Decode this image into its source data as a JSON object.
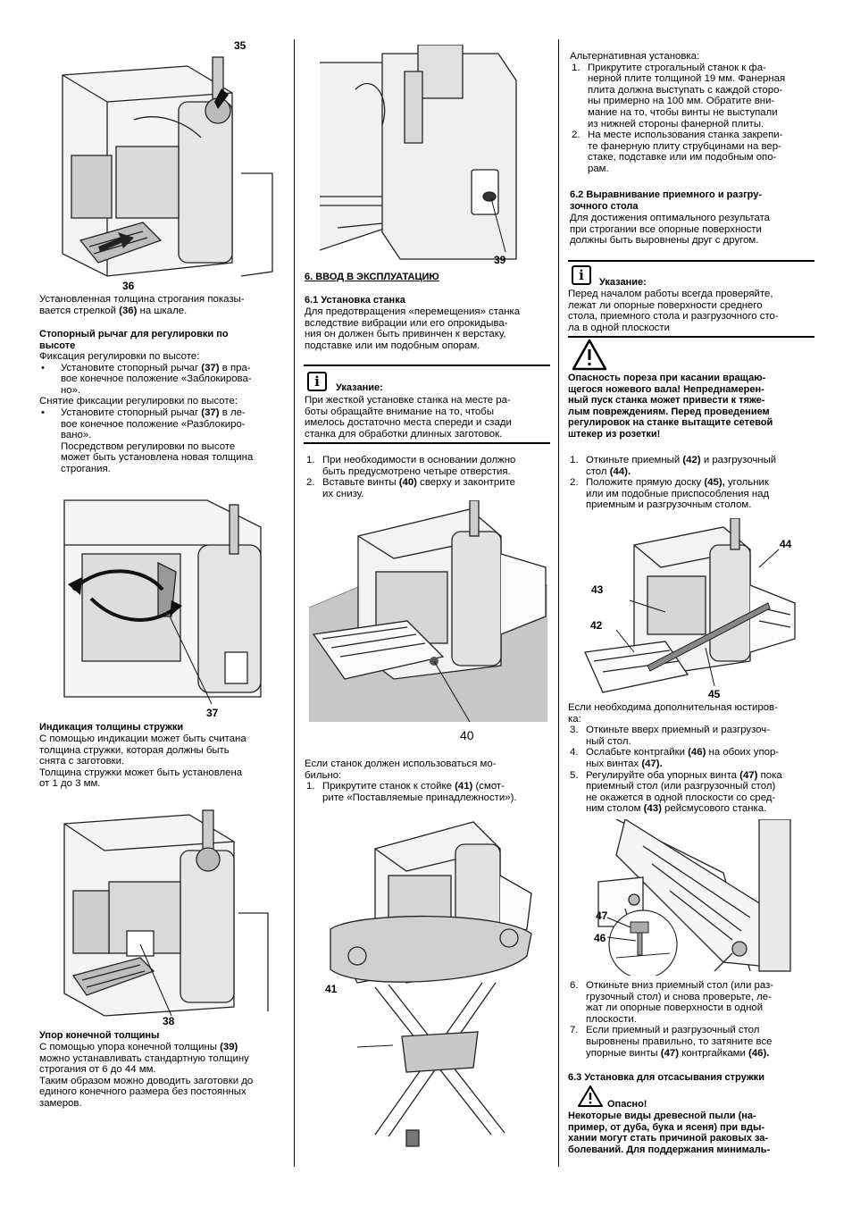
{
  "col1": {
    "fig35_label": "35",
    "fig36_label": "36",
    "text_scale_1": "Установленная толщина строгания показы-",
    "text_scale_2a": "вается стрелкой ",
    "text_scale_2b": "(36)",
    "text_scale_2c": " на шкале.",
    "lever_head_1": "Стопорный рычаг для регулировки по",
    "lever_head_2": "высоте",
    "fix_intro": "Фиксация регулировки по высоте:",
    "fix_bullet_1a": "Установите стопорный рычаг ",
    "fix_bullet_1b": "(37)",
    "fix_bullet_1c": " в пра-",
    "fix_bullet_2": "вое конечное положение «Заблокирова-",
    "fix_bullet_3": "но».",
    "unfix_intro": "Снятие фиксации регулировки по высоте:",
    "unfix_bullet_1a": "Установите стопорный рычаг ",
    "unfix_bullet_1b": "(37)",
    "unfix_bullet_1c": " в ле-",
    "unfix_bullet_2": "вое конечное положение «Разблокиро-",
    "unfix_bullet_3": "вано».",
    "unfix_bullet_4": "Посредством регулировки по высоте",
    "unfix_bullet_5": "может быть установлена новая толщина",
    "unfix_bullet_6": "строгания.",
    "fig37_label": "37",
    "chip_head": "Индикация толщины стружки",
    "chip_1": "С помощью индикации может быть считана",
    "chip_2": "толщина стружки, которая должны быть",
    "chip_3": "снята с заготовки.",
    "chip_4": "Толщина стружки может быть установлена",
    "chip_5": "от 1 до 3 мм.",
    "fig38_label": "38",
    "stop_head": "Упор конечной толщины",
    "stop_1a": "С помощью упора конечной толщины ",
    "stop_1b": "(39)",
    "stop_2": "можно устанавливать стандартную толщину",
    "stop_3": "строгания от 6 до 44 мм.",
    "stop_4": "Таким образом можно доводить заготовки до",
    "stop_5": "единого конечного размера без постоянных",
    "stop_6": "замеров."
  },
  "col2": {
    "fig39_label": "39",
    "section6": "6.  ВВОД В ЭКСПЛУАТАЦИЮ",
    "s61_head": "6.1  Установка станка",
    "s61_1": "Для предотвращения «перемещения» станка",
    "s61_2": "вследствие вибрации или его опрокидыва-",
    "s61_3": "ния он должен быть привинчен к верстаку,",
    "s61_4": "подставке или им подобным опорам.",
    "note_title": "Указание:",
    "note_1": "При жесткой установке станка на месте ра-",
    "note_2": "боты обращайте внимание на то, чтобы",
    "note_3": "имелось достаточно места спереди и сзади",
    "note_4": "станка для обработки длинных заготовок.",
    "step1_n": "1.",
    "step1_1": "При необходимости в основании должно",
    "step1_2": "быть предусмотрено четыре отверстия.",
    "step2_n": "2.",
    "step2_1a": "Вставьте винты ",
    "step2_1b": "(40)",
    "step2_1c": " сверху и законтрите",
    "step2_2": "их снизу.",
    "fig40_label": "40",
    "mobile_1": "Если станок должен использоваться мо-",
    "mobile_2": "бильно:",
    "mob1_n": "1.",
    "mob1_1a": "Прикрутите станок к стойке ",
    "mob1_1b": "(41)",
    "mob1_1c": " (смот-",
    "mob1_2": "рите «Поставляемые принадлежности»).",
    "fig41_label": "41"
  },
  "col3": {
    "alt_head": "Альтернативная установка:",
    "alt1_n": "1.",
    "alt1_1": "Прикрутите строгальный станок к  фа-",
    "alt1_2": "нерной плите толщиной 19 мм. Фанерная",
    "alt1_3": "плита должна выступать с каждой сторо-",
    "alt1_4": "ны примерно на 100 мм. Обратите вни-",
    "alt1_5": "мание на то, чтобы  винты не выступали",
    "alt1_6": "из нижней стороны фанерной плиты.",
    "alt2_n": "2.",
    "alt2_1": "На месте использования станка закрепи-",
    "alt2_2": "те фанерную плиту струбцинами на вер-",
    "alt2_3": "стаке, подставке или им подобным опо-",
    "alt2_4": "рам.",
    "s62_head_1": "6.2  Выравнивание приемного и разгру-",
    "s62_head_2": "зочного стола",
    "s62_1": "Для достижения оптимального результата",
    "s62_2": "при строгании все опорные поверхности",
    "s62_3": "должны быть выровнены друг с другом.",
    "note_title": "Указание:",
    "note_1": "Перед началом работы всегда проверяйте,",
    "note_2": "лежат ли опорные поверхности среднего",
    "note_3": "стола, приемного стола и разгрузочного сто-",
    "note_4": "ла в одной плоскости",
    "warn_1": "Опасность пореза при касании вращаю-",
    "warn_2": "щегося ножевого вала! Непреднамерен-",
    "warn_3": "ный пуск станка может привести к тяже-",
    "warn_4": "лым повреждениям. Перед проведением",
    "warn_5": "регулировок на станке вытащите сетевой",
    "warn_6": "штекер из розетки!",
    "a1_n": "1.",
    "a1_1a": "Откиньте приемный ",
    "a1_1b": "(42)",
    "a1_1c": " и разгрузочный",
    "a1_2a": "стол ",
    "a1_2b": "(44).",
    "a2_n": "2.",
    "a2_1a": "Положите прямую доску ",
    "a2_1b": "(45),",
    "a2_1c": " угольник",
    "a2_2": "или им подобные приспособления над",
    "a2_3": "приемным и разгрузочным столом.",
    "fig42_label": "42",
    "fig43_label": "43",
    "fig44_label": "44",
    "fig45_label": "45",
    "adj_1": "Если необходима дополнительная юстиров-",
    "adj_2": "ка:",
    "a3_n": "3.",
    "a3_1": "Откиньте вверх приемный и разгрузоч-",
    "a3_2": "ный стол.",
    "a4_n": "4.",
    "a4_1a": "Ослабьте контргайки ",
    "a4_1b": "(46)",
    "a4_1c": " на обоих упор-",
    "a4_2a": "ных винтах ",
    "a4_2b": "(47).",
    "a5_n": "5.",
    "a5_1a": "Регулируйте оба упорных винта ",
    "a5_1b": "(47)",
    "a5_1c": " пока",
    "a5_2": "приемный стол (или разгрузочный стол)",
    "a5_3": "не окажется в одной плоскости со сред-",
    "a5_4a": "ним столом ",
    "a5_4b": "(43)",
    "a5_4c": " рейсмусового станка.",
    "fig46_label": "46",
    "fig47_label": "47",
    "a6_n": "6.",
    "a6_1": "Откиньте вниз приемный стол (или раз-",
    "a6_2": "грузочный стол) и снова проверьте, ле-",
    "a6_3": "жат ли опорные поверхности в одной",
    "a6_4": "плоскости.",
    "a7_n": "7.",
    "a7_1": "Если приемный и разгрузочный стол",
    "a7_2": "выровнены правильно, то затяните все",
    "a7_3a": "упорные винты ",
    "a7_3b": "(47)",
    "a7_3c": " контргайками ",
    "a7_3d": "(46).",
    "s63_head": "6.3  Установка для отсасывания стружки",
    "danger_title": "Опасно!",
    "danger_1": "Некоторые виды древесной пыли (на-",
    "danger_2": "пример, от дуба, бука и ясеня) при вды-",
    "danger_3": "хании могут стать причиной раковых за-",
    "danger_4": "болеваний. Для поддержания минималь-"
  }
}
